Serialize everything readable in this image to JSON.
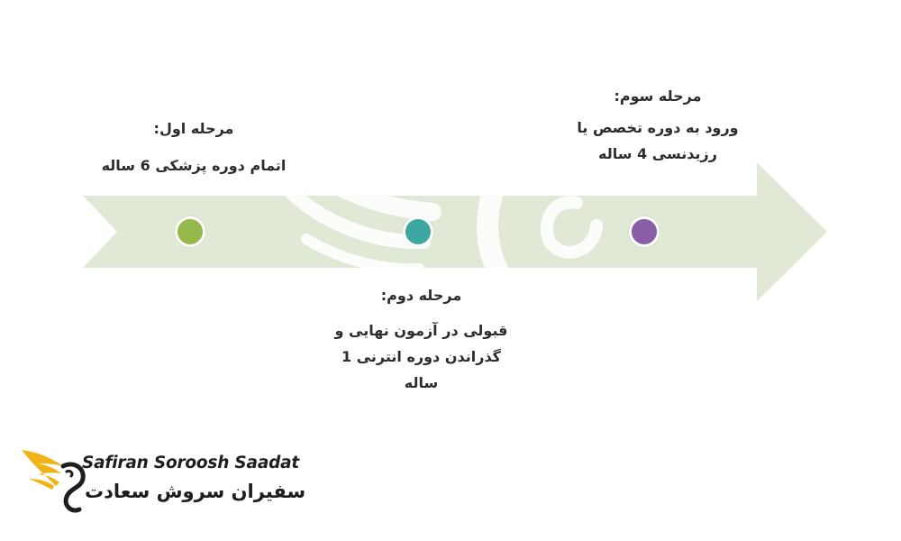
{
  "colors": {
    "arrow": "#dfe9d6",
    "stage1": "#95b94a",
    "stage2": "#3fa7a2",
    "stage3": "#8a5ea6",
    "logo_gold": "#f0b416",
    "text": "#2d2d2d"
  },
  "stages": [
    {
      "heading": "مرحله اول:",
      "lines": [
        "اتمام دوره پزشکی 6 ساله"
      ]
    },
    {
      "heading": "مرحله دوم:",
      "lines": [
        "قبولی در آزمون نهایی و",
        "گذراندن دوره انترنی 1",
        "ساله"
      ]
    },
    {
      "heading": "مرحله سوم:",
      "lines": [
        "ورود به دوره تخصص یا",
        "رزیدنسی 4 ساله"
      ]
    }
  ],
  "logo": {
    "name_en": "Safiran Soroosh Saadat",
    "name_fa": "سفیران سروش سعادت",
    "icon": "golden-wing-logo-icon"
  },
  "watermark_icon": "wing-swirl-watermark-icon"
}
